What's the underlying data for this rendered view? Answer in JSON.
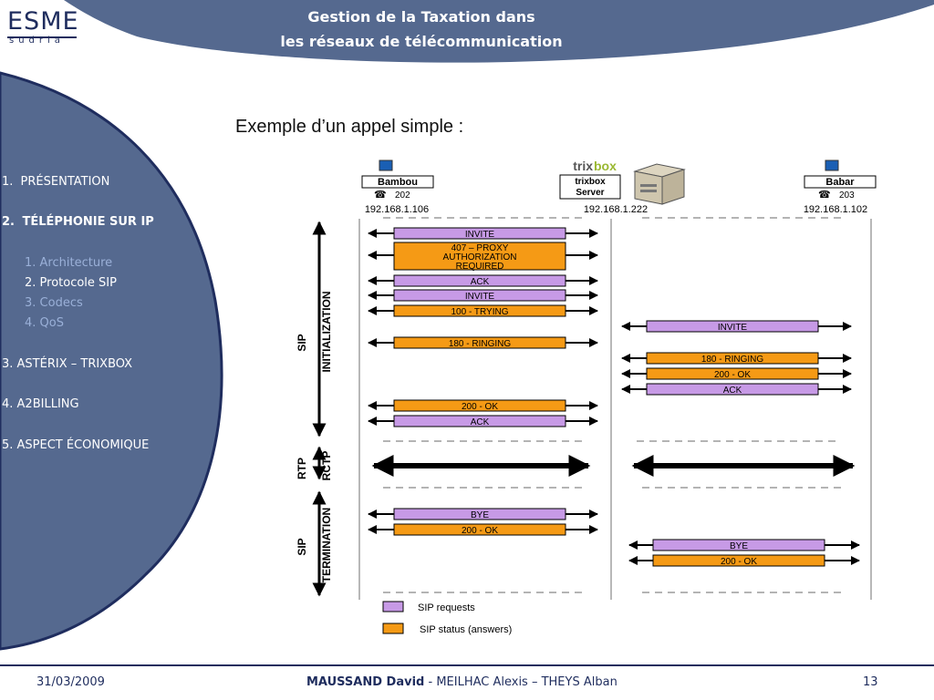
{
  "header": {
    "title_line1": "Gestion de la Taxation dans",
    "title_line2": "les réseaux de télécommunication"
  },
  "logo": {
    "main": "ESME",
    "sub": "sudria"
  },
  "nav": {
    "items": [
      {
        "num": "1.",
        "label": "PRÉSENTATION"
      },
      {
        "num": "2.",
        "label": "TÉLÉPHONIE SUR IP"
      },
      {
        "label": "3. ASTÉRIX – TRIXBOX"
      },
      {
        "label": "4. A2BILLING"
      },
      {
        "label": "5. ASPECT ÉCONOMIQUE"
      }
    ],
    "subitems": [
      {
        "label": "1. Architecture"
      },
      {
        "label": "2. Protocole SIP"
      },
      {
        "label": "3. Codecs"
      },
      {
        "label": "4. QoS"
      }
    ]
  },
  "content": {
    "subtitle": "Exemple d’un appel simple :"
  },
  "diagram": {
    "hosts": {
      "left": {
        "name": "Bambou",
        "ext": "202",
        "ip": "192.168.1.106"
      },
      "center": {
        "brand_a": "trix",
        "brand_b": "box",
        "name_line1": "trixbox",
        "name_line2": "Server",
        "ip": "192.168.1.222"
      },
      "right": {
        "name": "Babar",
        "ext": "203",
        "ip": "192.168.1.102"
      }
    },
    "phases": {
      "init_1": "SIP",
      "init_2": "INITIALIZATION",
      "rtp_1": "RTP",
      "rtp_2": "RCTP",
      "term_1": "SIP",
      "term_2": "TERMINATION"
    },
    "messages": {
      "invite1": "INVITE",
      "proxy_1": "407 – PROXY",
      "proxy_2": "AUTHORIZATION",
      "proxy_3": "REQUIRED",
      "ack1": "ACK",
      "invite2": "INVITE",
      "trying": "100 - TRYING",
      "invite3": "INVITE",
      "ringing1": "180 - RINGING",
      "ringing2": "180 - RINGING",
      "ok1": "200 - OK",
      "ack2": "ACK",
      "ok2": "200 - OK",
      "ack3": "ACK",
      "bye1": "BYE",
      "ok3": "200 - OK",
      "bye2": "BYE",
      "ok4": "200 - OK"
    },
    "legend": {
      "requests": "SIP requests",
      "answers": "SIP status (answers)"
    },
    "colors": {
      "request": "#c79ae6",
      "answer": "#f59a15"
    }
  },
  "footer": {
    "date": "31/03/2009",
    "author_main": "MAUSSAND David",
    "author_rest": " - MEILHAC Alexis – THEYS Alban",
    "page": "13"
  },
  "theme": {
    "navy": "#1f2d5e",
    "panel": "#55698f"
  }
}
